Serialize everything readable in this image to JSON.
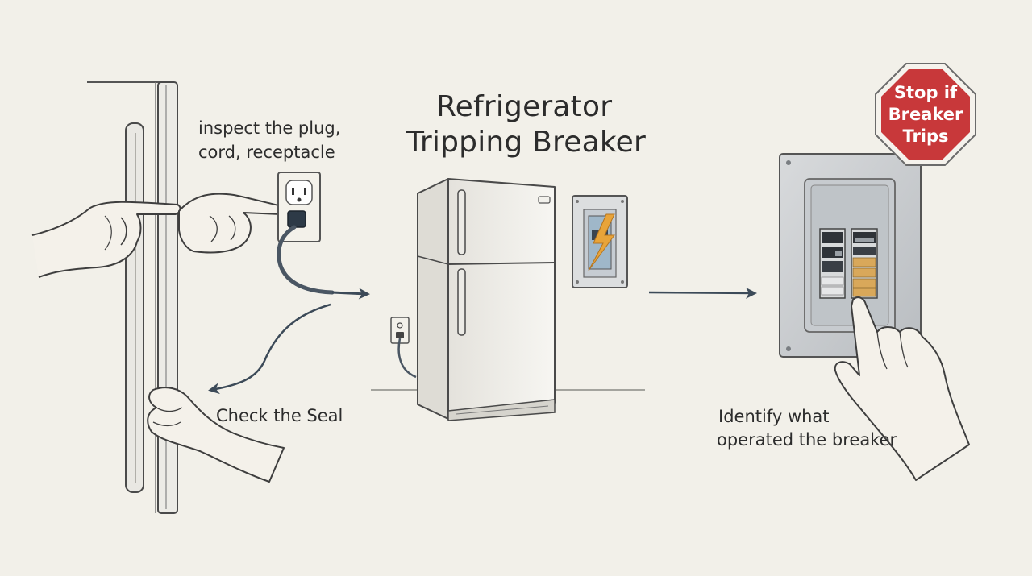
{
  "title": {
    "line1": "Refrigerator",
    "line2": "Tripping Breaker"
  },
  "notes": {
    "inspect_line1": "inspect the plug,",
    "inspect_line2": "cord, receptacle",
    "seal": "Check the Seal",
    "identify_line1": "Identify what",
    "identify_line2": "operated the breaker"
  },
  "stop_sign": {
    "line1": "Stop if",
    "line2": "Breaker",
    "line3": "Trips"
  },
  "colors": {
    "background": "#f2f0e9",
    "stop_red": "#c8383a",
    "arrow": "#3c4a58",
    "bolt": "#e8a43a",
    "breaker_highlight": "#d9a85a"
  },
  "icons": [
    "outlet-icon",
    "plug-icon",
    "refrigerator-icon",
    "lightning-bolt-icon",
    "breaker-panel-icon",
    "stop-sign-icon",
    "hand-icon",
    "arrow-icon"
  ]
}
